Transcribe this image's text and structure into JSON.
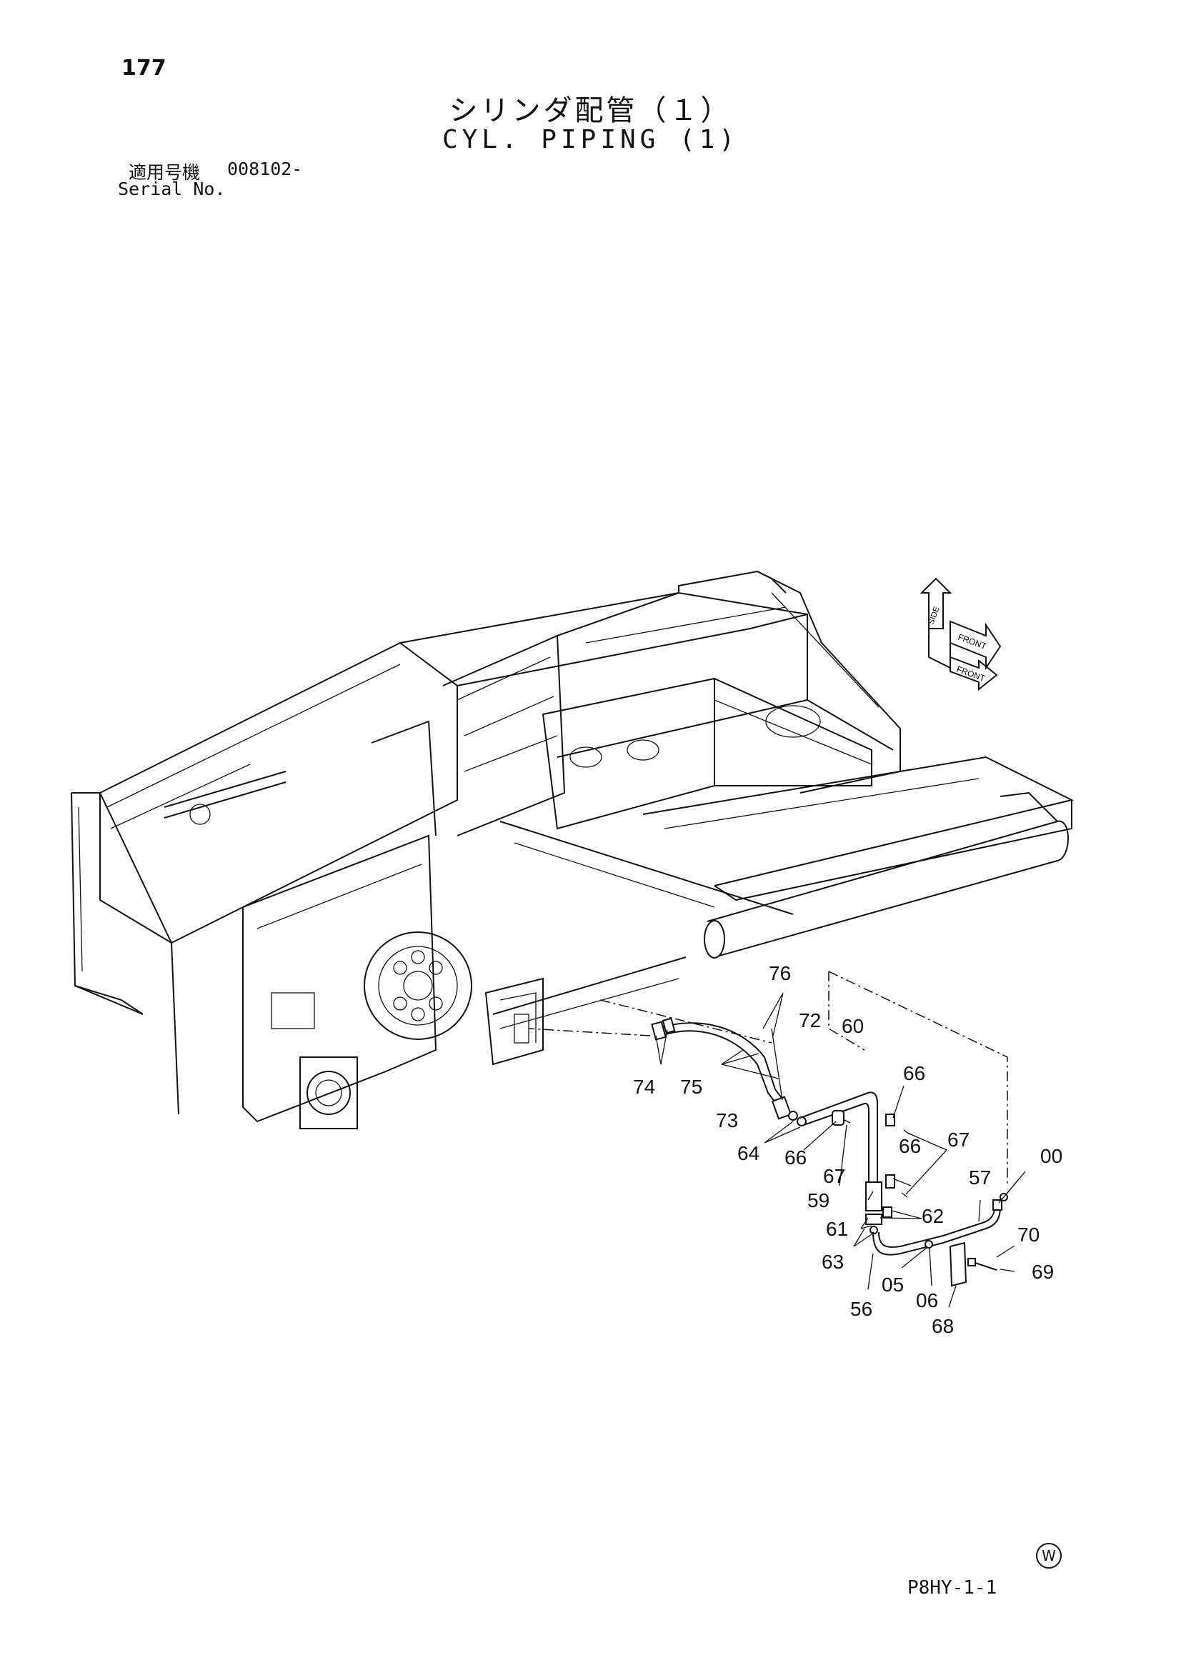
{
  "header": {
    "page_number": "177",
    "title_jp": "シリンダ配管（１）",
    "title_en": "CYL. PIPING (1)",
    "serial_label_jp": "適用号機",
    "serial_number": "008102-",
    "serial_label_en": "Serial No."
  },
  "orientation_labels": [
    "FRONT",
    "FRONT",
    "SIDE"
  ],
  "callouts": {
    "c76": "76",
    "c72": "72",
    "c60": "60",
    "c66a": "66",
    "c67a": "67",
    "c74": "74",
    "c75": "75",
    "c73": "73",
    "c64": "64",
    "c66b": "66",
    "c67b": "67",
    "c66c": "66",
    "c00": "00",
    "c57": "57",
    "c59": "59",
    "c62": "62",
    "c61": "61",
    "c70": "70",
    "c63": "63",
    "c69": "69",
    "c05": "05",
    "c06": "06",
    "c56": "56",
    "c68": "68"
  },
  "footer": {
    "mark": "W",
    "drawing_code": "P8HY-1-1"
  }
}
